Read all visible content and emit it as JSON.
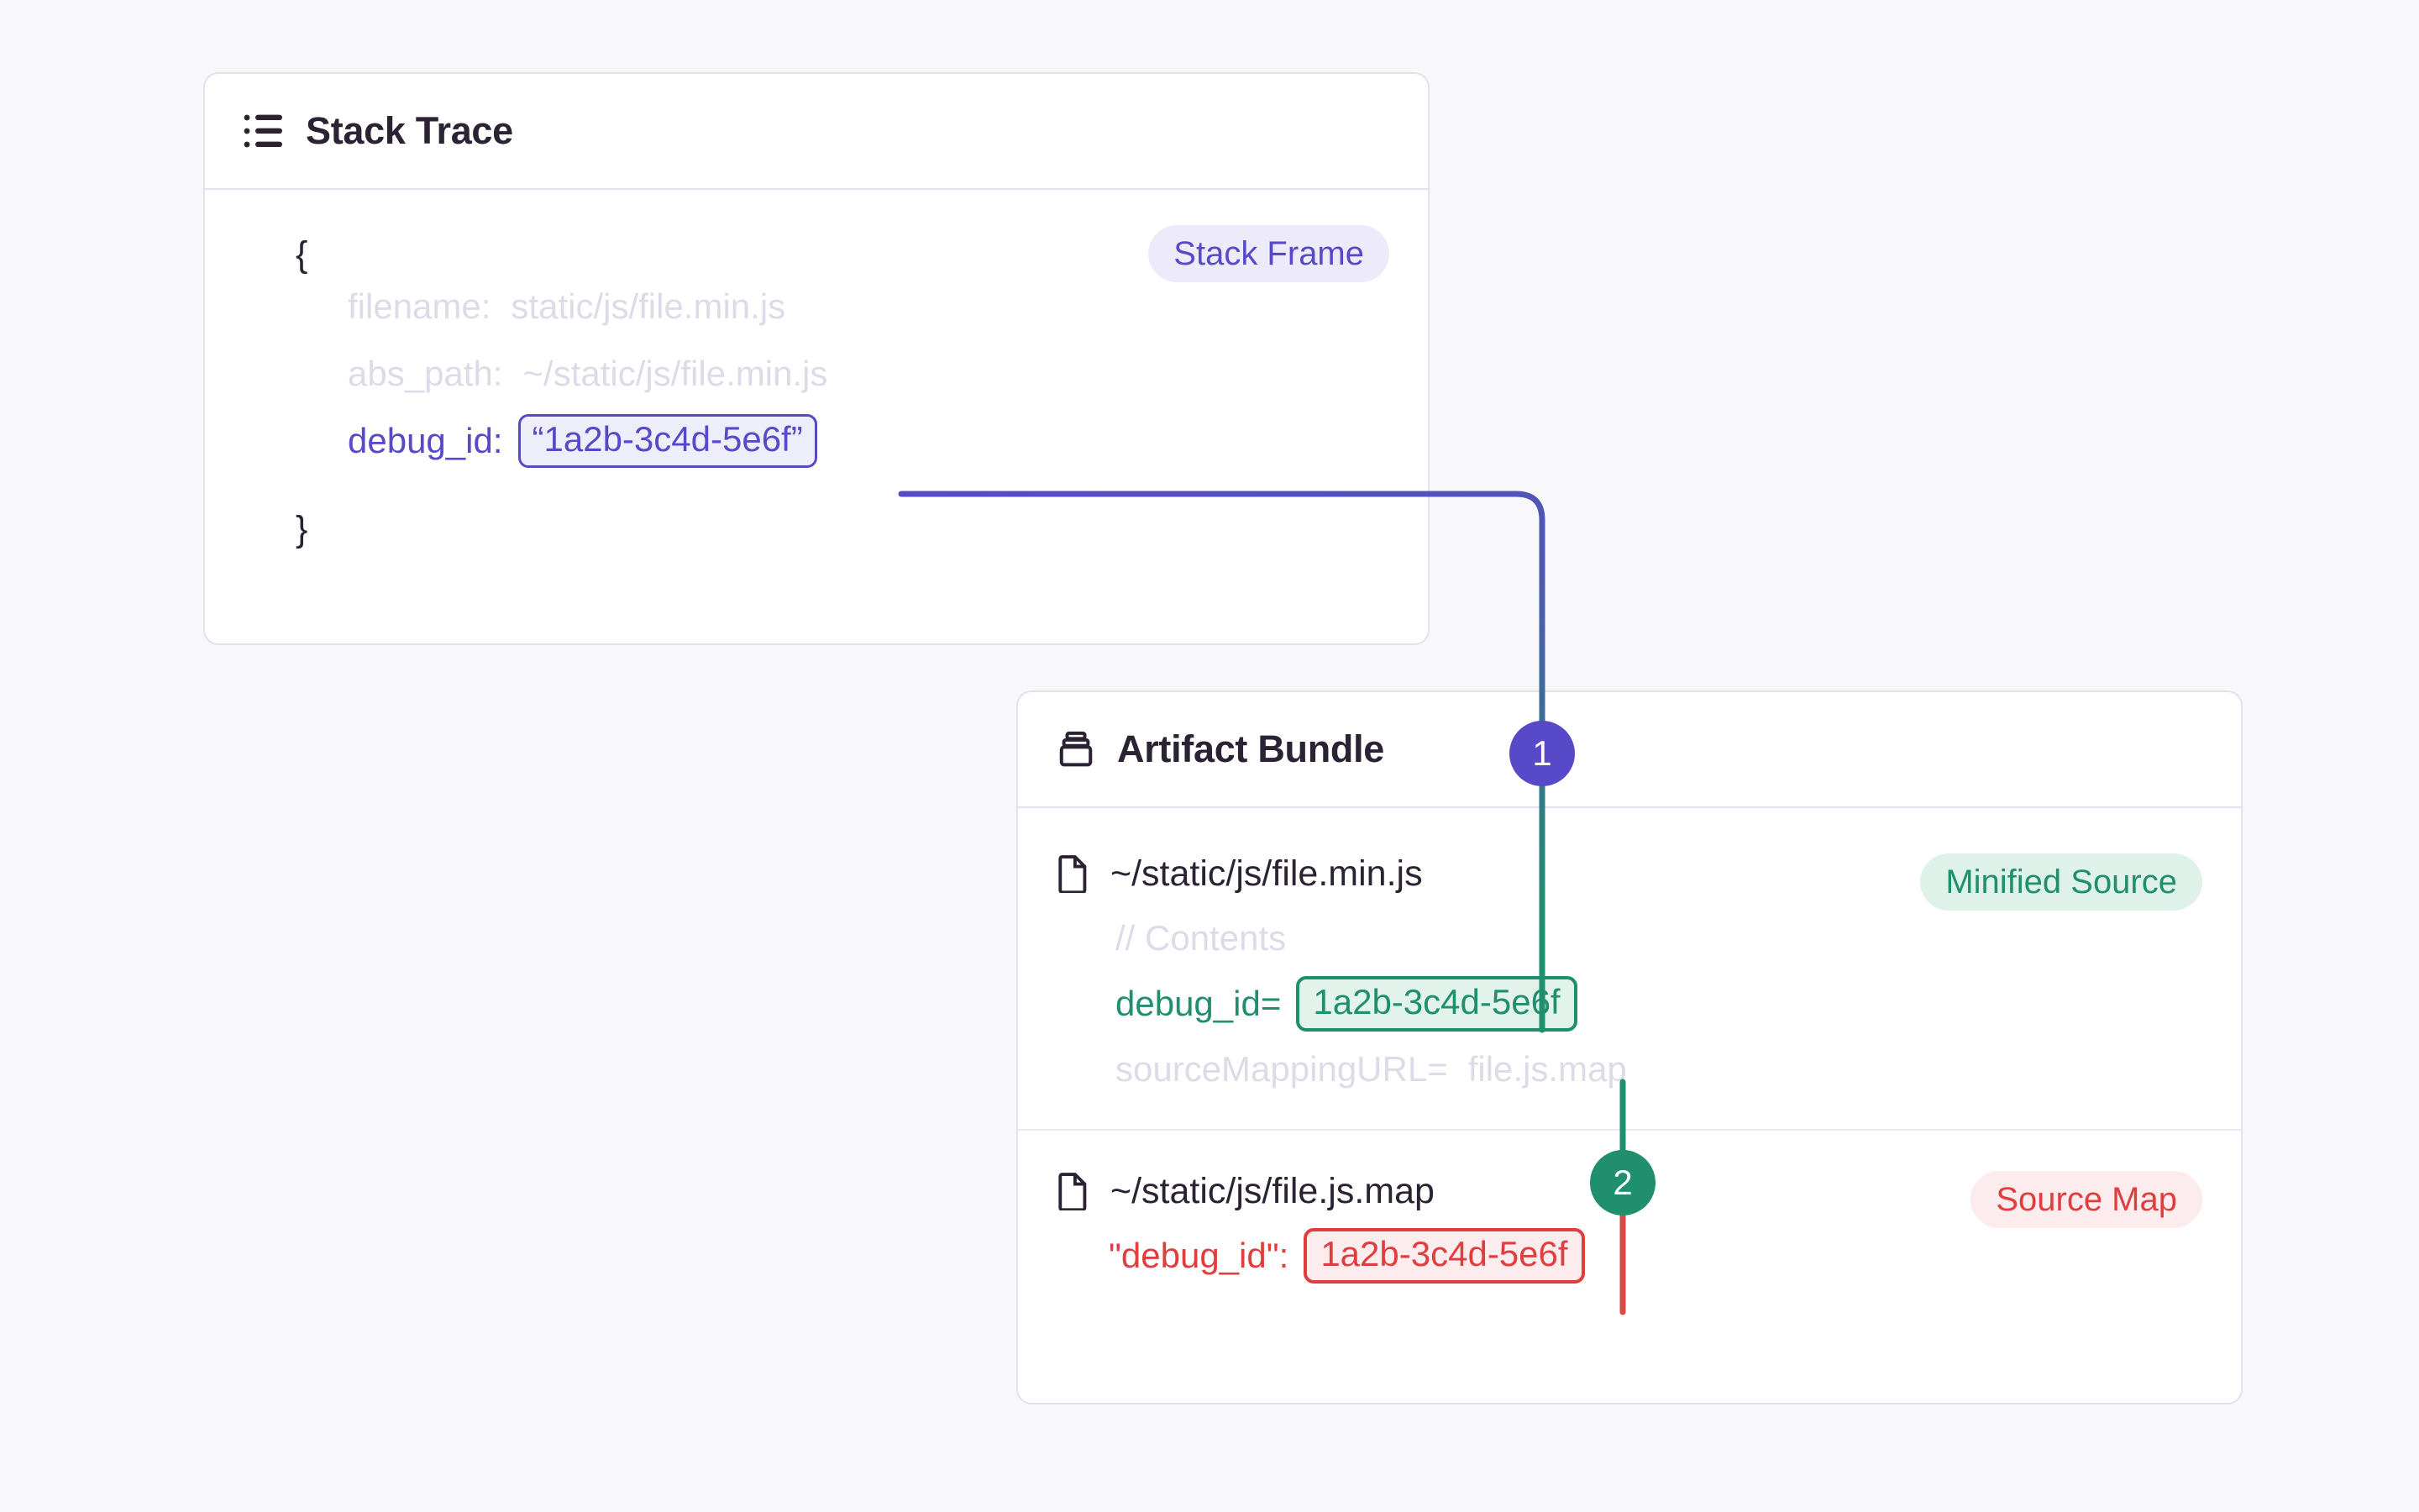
{
  "stack_trace_card": {
    "title": "Stack Trace",
    "icon": "list-icon",
    "badge": "Stack Frame",
    "brace_open": "{",
    "brace_close": "}",
    "rows": [
      {
        "key": "filename:",
        "value": "static/js/file.min.js",
        "style": "muted"
      },
      {
        "key": "abs_path:",
        "value": "~/static/js/file.min.js",
        "style": "muted"
      }
    ],
    "debug_id_key": "debug_id:",
    "debug_id_value": "“1a2b-3c4d-5e6f”"
  },
  "artifact_bundle_card": {
    "title": "Artifact Bundle",
    "icon": "jar-icon",
    "minified": {
      "file_icon": "file-icon",
      "file_name": "~/static/js/file.min.js",
      "badge": "Minified Source",
      "contents_comment": "// Contents",
      "debug_id_key": "debug_id=",
      "debug_id_value": "1a2b-3c4d-5e6f",
      "source_mapping_key": "sourceMappingURL=",
      "source_mapping_value": "file.js.map"
    },
    "source_map": {
      "file_icon": "file-icon",
      "file_name": "~/static/js/file.js.map",
      "badge": "Source Map",
      "debug_id_key": "\"debug_id\":",
      "debug_id_value": "1a2b-3c4d-5e6f"
    }
  },
  "steps": [
    {
      "label": "1"
    },
    {
      "label": "2"
    }
  ],
  "colors": {
    "purple": "#5849c8",
    "green": "#1f8f6d",
    "red": "#e03e3e",
    "muted": "#dedbe8",
    "ink": "#2b2233",
    "card_border": "#e2e0ec",
    "background": "#f8f8fb"
  }
}
